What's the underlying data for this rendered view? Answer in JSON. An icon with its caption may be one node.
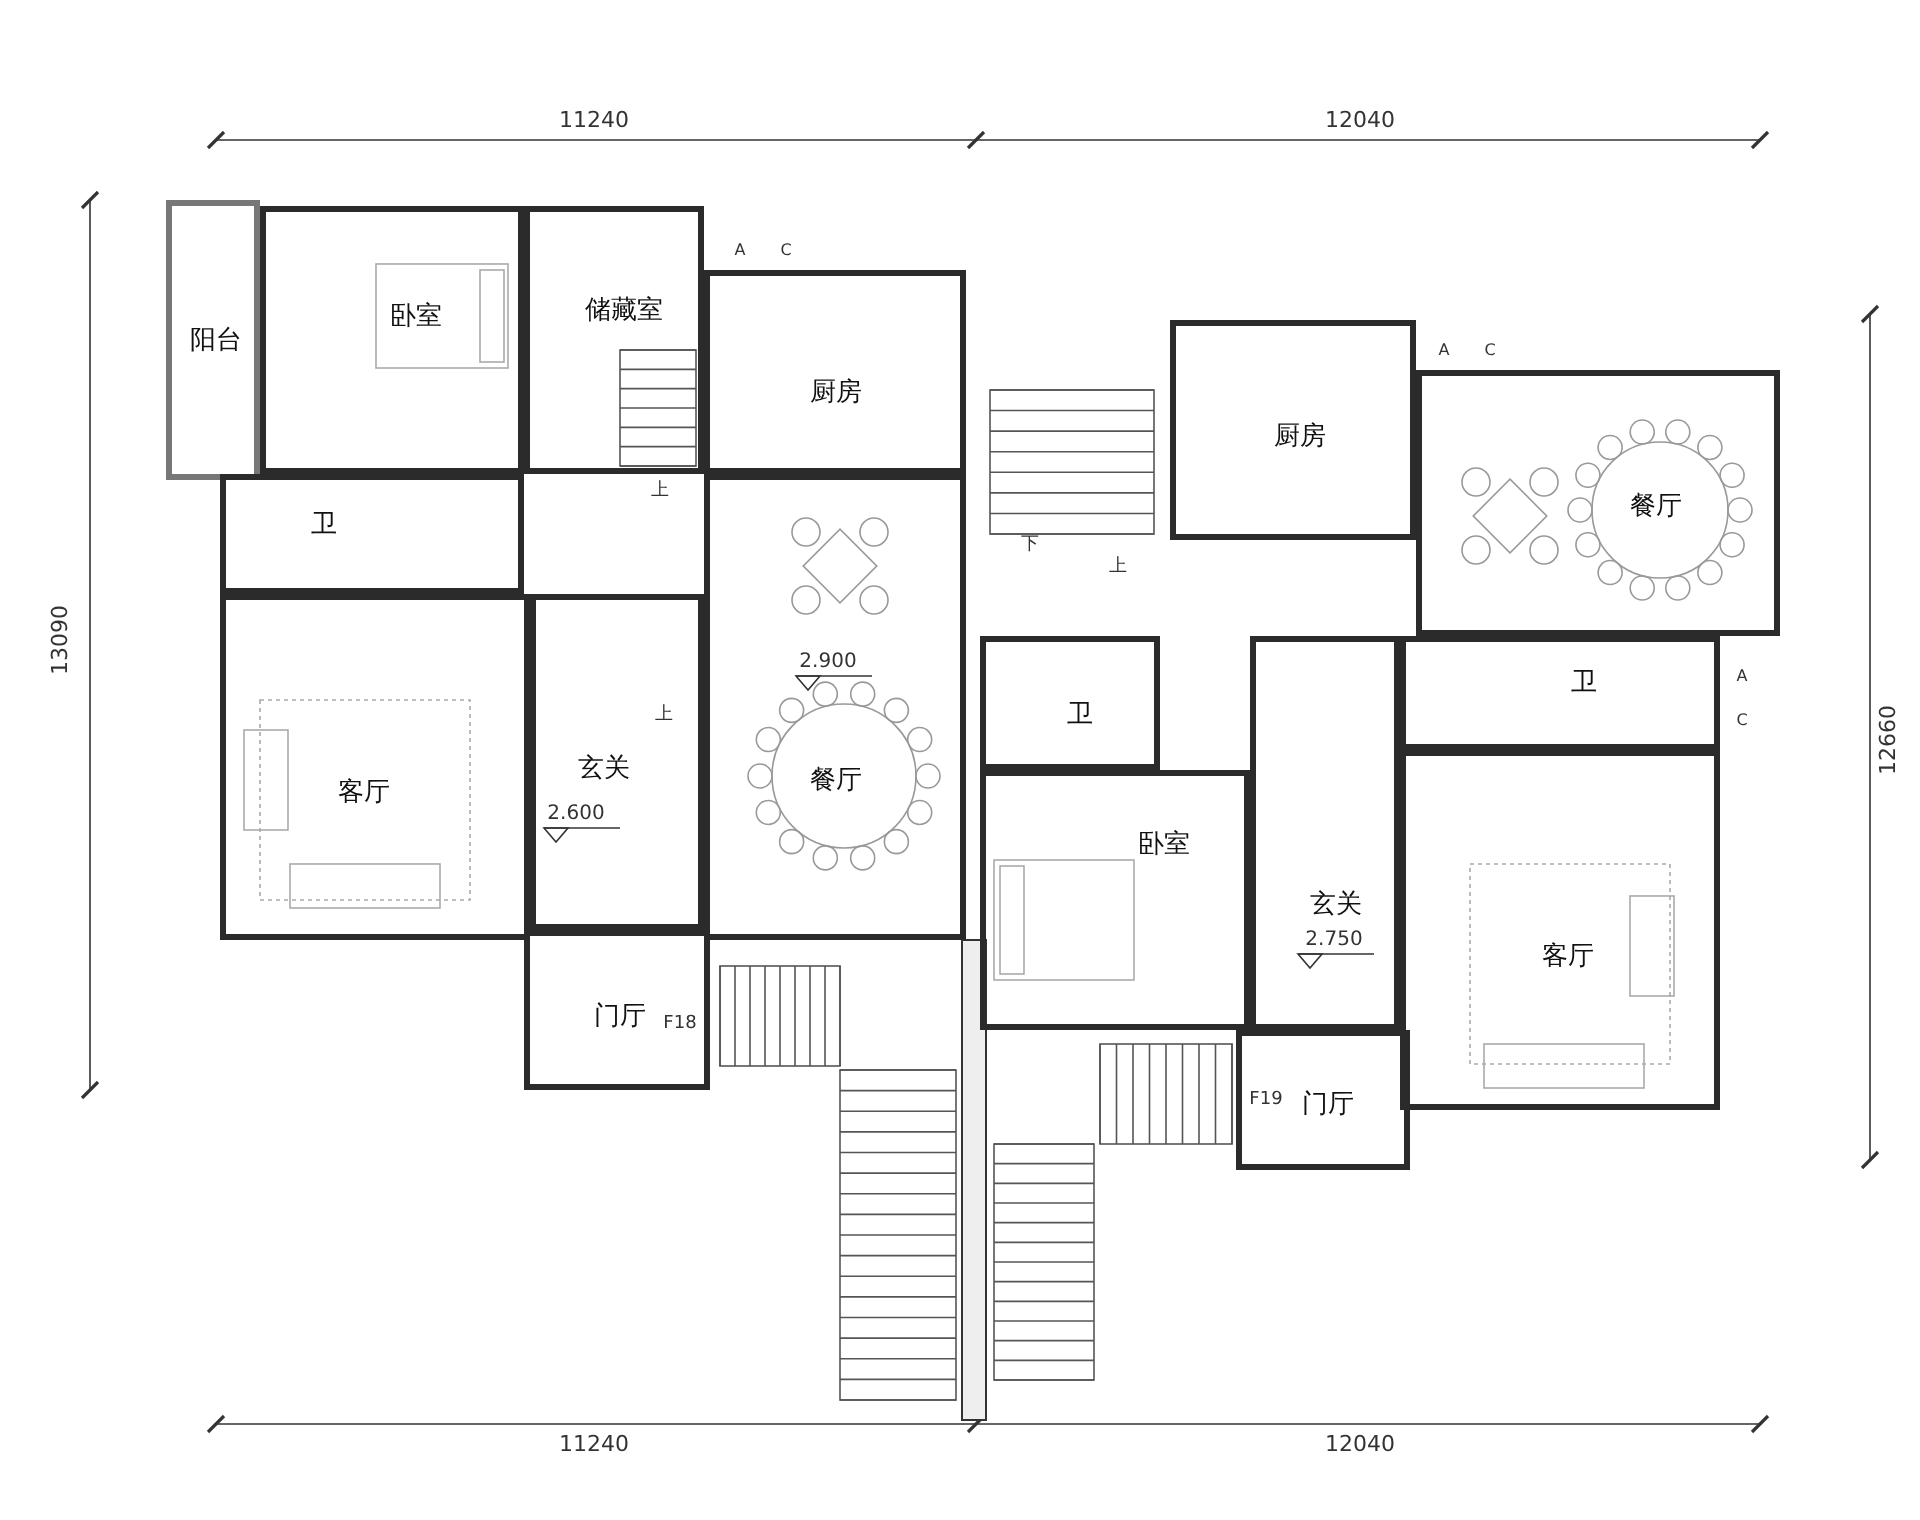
{
  "diagram": {
    "nodes": [
      {
        "text": [
          "阳台"
        ]
      },
      {
        "text": [
          "卧室"
        ]
      },
      {
        "text": [
          "储藏室"
        ]
      },
      {
        "text": [
          "厨房"
        ]
      },
      {
        "text": [
          "卫"
        ]
      },
      {
        "text": [
          "客厅"
        ]
      },
      {
        "text": [
          "玄关"
        ]
      },
      {
        "text": [
          "餐厅"
        ]
      },
      {
        "text": [
          "门厅"
        ]
      },
      {
        "text": [
          "厨房"
        ]
      },
      {
        "text": [
          "餐厅"
        ]
      },
      {
        "text": [
          "卫"
        ]
      },
      {
        "text": [
          "卫"
        ]
      },
      {
        "text": [
          "卧室"
        ]
      },
      {
        "text": [
          "玄关"
        ]
      },
      {
        "text": [
          "客厅"
        ]
      },
      {
        "text": [
          "门厅"
        ]
      }
    ],
    "edges": [],
    "labels": [
      "11240",
      "12040",
      "A",
      "C",
      "A",
      "C",
      "上",
      "13090",
      "下",
      "上",
      "2.900",
      "A",
      "C",
      "上",
      "12660",
      "2.600",
      "2.750",
      "F18",
      "F19",
      "11240",
      "12040"
    ]
  }
}
